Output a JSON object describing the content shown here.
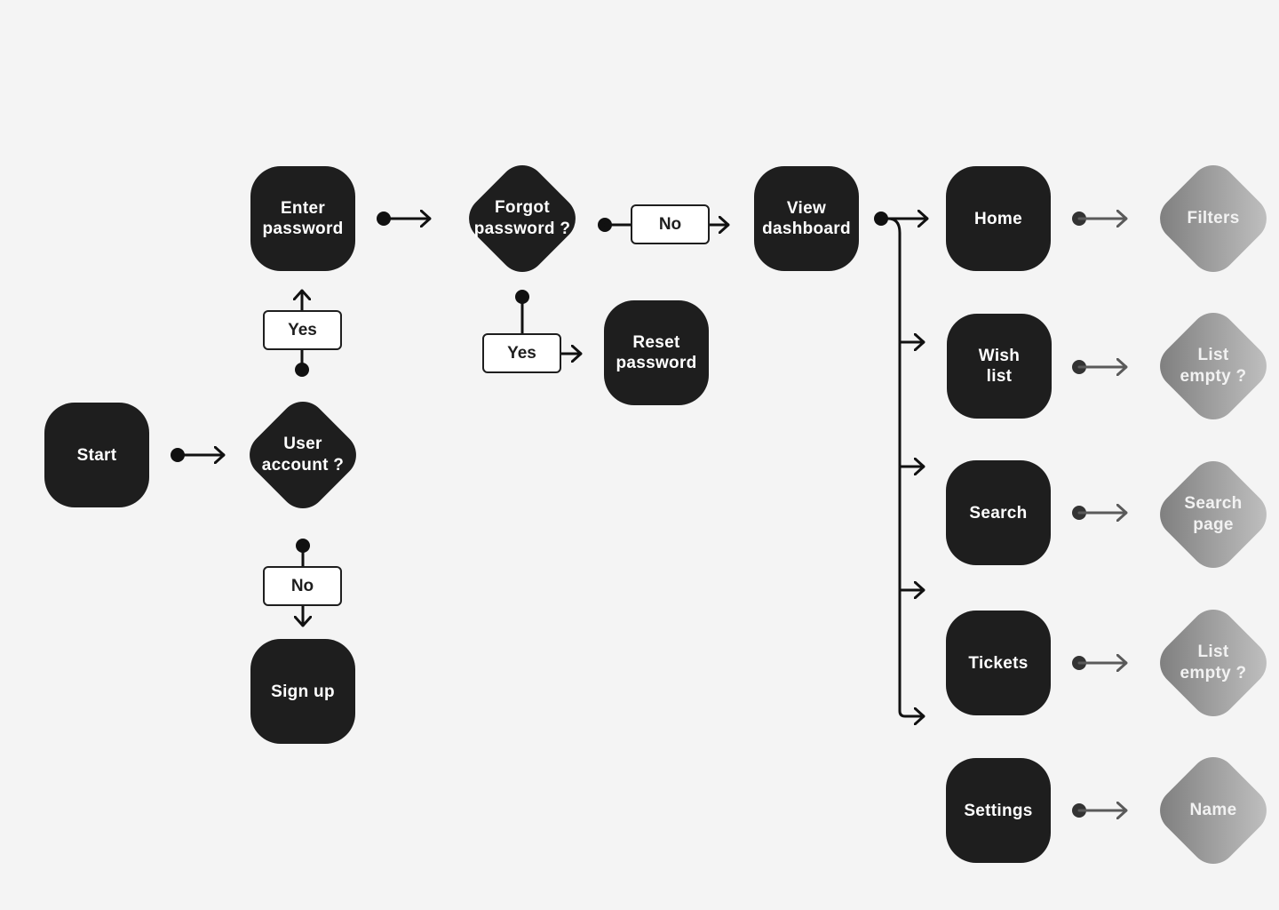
{
  "flow": {
    "start": "Start",
    "user_account": "User\naccount ?",
    "enter_password": "Enter\npassword",
    "sign_up": "Sign up",
    "forgot_password": "Forgot\npassword ?",
    "reset_password": "Reset\npassword",
    "view_dashboard": "View\ndashboard",
    "home": "Home",
    "wish_list": "Wish\nlist",
    "search": "Search",
    "tickets": "Tickets",
    "settings": "Settings",
    "filters": "Filters",
    "list_empty_1": "List\nempty ?",
    "search_page": "Search\npage",
    "list_empty_2": "List\nempty ?",
    "name": "Name"
  },
  "labels": {
    "yes_account": "Yes",
    "no_account": "No",
    "no_forgot": "No",
    "yes_forgot": "Yes"
  },
  "colors": {
    "node": "#1e1e1e",
    "background": "#f4f4f4",
    "faded_start": "#c4c4c4",
    "faded_end": "#7a7a7a"
  }
}
